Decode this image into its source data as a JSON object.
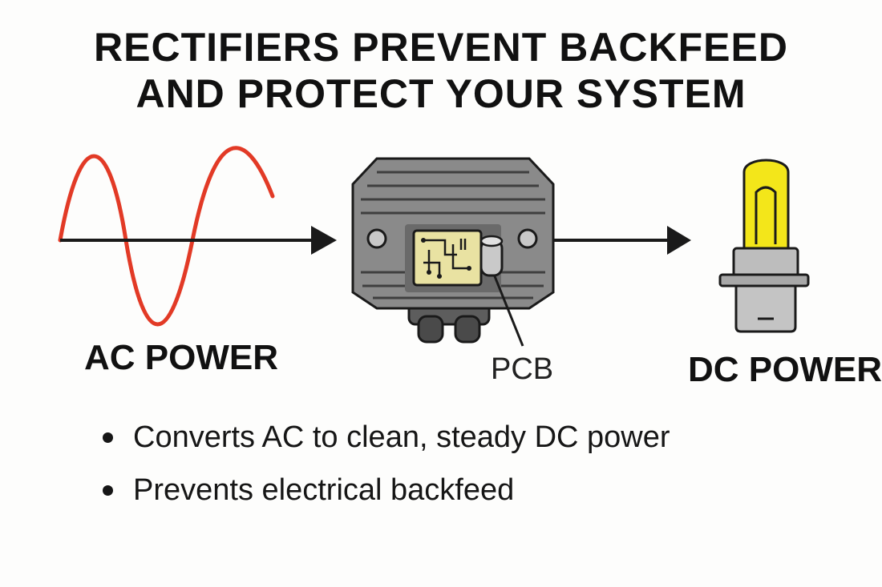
{
  "title": {
    "line1": "RECTIFIERS PREVENT BACKFEED",
    "line2": "AND PROTECT YOUR SYSTEM"
  },
  "labels": {
    "ac": "AC POWER",
    "dc": "DC POWER",
    "pcb": "PCB"
  },
  "bullets": [
    "Converts AC to clean, steady DC power",
    "Prevents electrical backfeed"
  ],
  "colors": {
    "sine_wave": "#e23a26",
    "rectifier_body": "#8a8a8a",
    "rectifier_dark": "#5d5d5d",
    "pcb_board": "#e9e2a2",
    "bulb_glass": "#f3e61a",
    "bulb_base": "#b5b5b5",
    "outline": "#1a1a1a"
  },
  "icons": [
    "ac-sine-wave-icon",
    "rectifier-module-icon",
    "capacitor-icon",
    "light-bulb-icon",
    "arrow-right-icon"
  ]
}
